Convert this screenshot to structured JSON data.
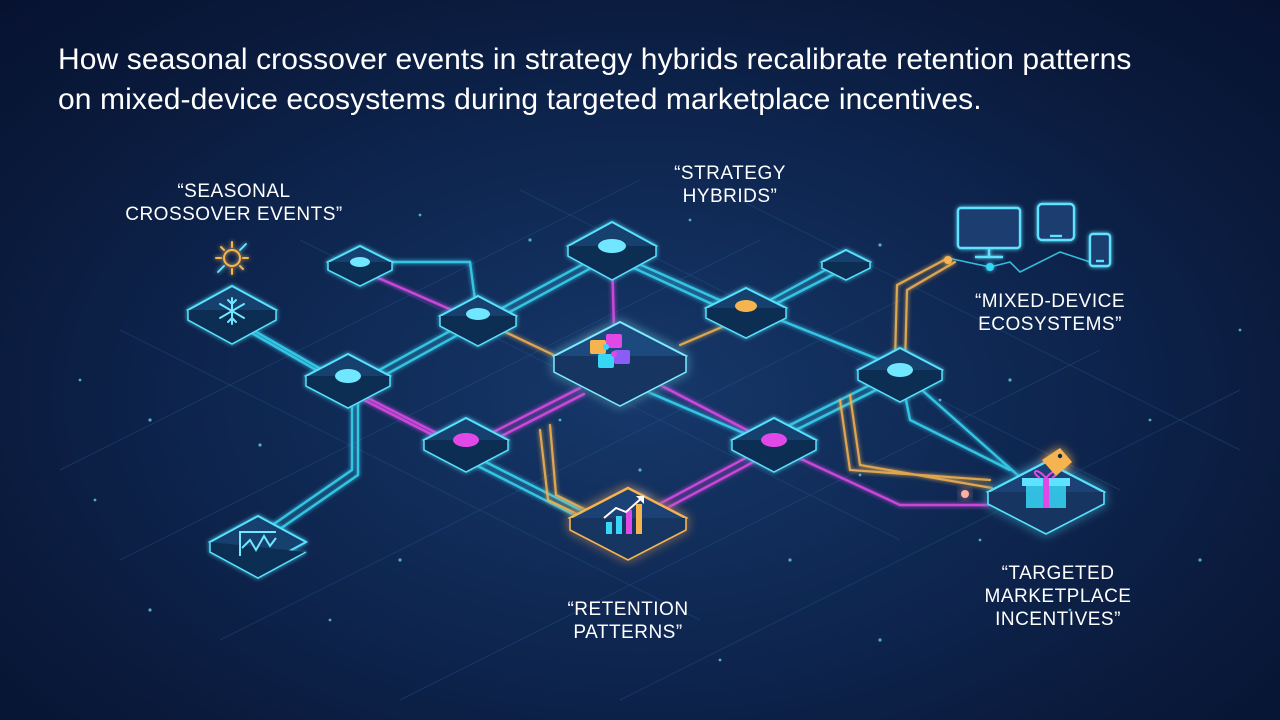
{
  "title": {
    "line1": "How seasonal crossover events in strategy hybrids recalibrate retention patterns",
    "line2": "on mixed-device ecosystems during targeted marketplace incentives."
  },
  "labels": {
    "seasonal": [
      "“SEASONAL",
      "CROSSOVER EVENTS”"
    ],
    "strategy": [
      "“STRATEGY",
      "HYBRIDS”"
    ],
    "mixed": [
      "“MIXED-DEVICE",
      "ECOSYSTEMS”"
    ],
    "targeted": [
      "“TARGETED",
      "MARKETPLACE",
      "INCENTIVES”"
    ],
    "retention": [
      "“RETENTION",
      "PATTERNS”"
    ]
  },
  "icons": {
    "seasonal_node": "snowflake-icon",
    "seasonal_label": "sun-snowflake-icon",
    "hub": "puzzle-icon",
    "retention": "growth-chart-icon",
    "pulse": "pulse-chart-icon",
    "incentives": "gift-tag-icon",
    "devices": [
      "monitor-icon",
      "tablet-icon",
      "phone-icon"
    ]
  },
  "colors": {
    "cyan": "#38d6f5",
    "magenta": "#e04ae8",
    "amber": "#f5b450",
    "background": "#0e2650"
  }
}
